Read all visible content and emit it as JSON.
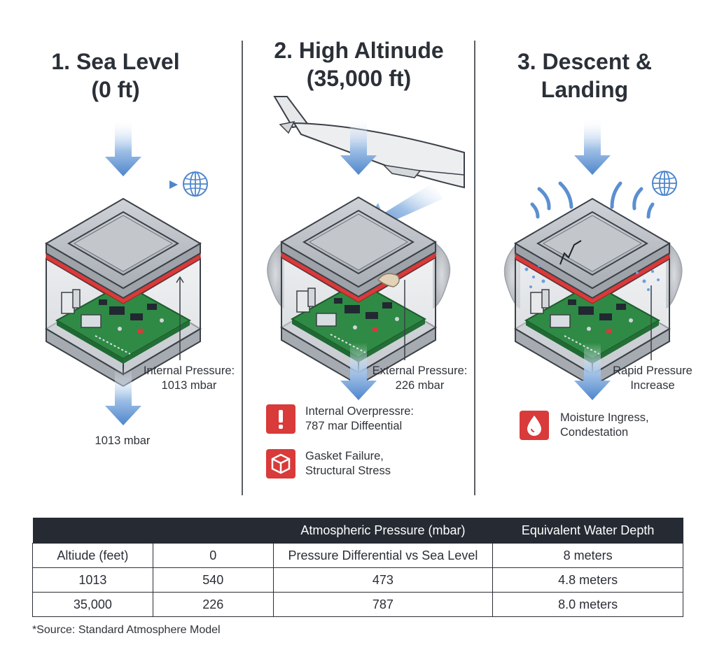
{
  "panels": [
    {
      "title_line1": "1. Sea Level",
      "title_line2": "(0 ft)",
      "callout_line1": "Internal Pressure:",
      "callout_line2": "1013 mbar",
      "bottom_value": "1013 mbar"
    },
    {
      "title_line1": "2. High Altinude",
      "title_line2": "(35,000 ft)",
      "callout_line1": "External Pressure:",
      "callout_line2": "226 mbar",
      "alerts": [
        {
          "line1": "Internal Overpressre:",
          "line2": "787 mar Diffeential",
          "icon": "exclamation-icon"
        },
        {
          "line1": "Gasket Failure,",
          "line2": "Structural Stress",
          "icon": "box-icon"
        }
      ]
    },
    {
      "title_line1": "3. Descent &",
      "title_line2": "Landing",
      "callout_line1": "Rapid Pressure",
      "callout_line2": "Increase",
      "alerts": [
        {
          "line1": "Moisture Ingress,",
          "line2": "Condestation",
          "icon": "water-drop-icon"
        }
      ]
    }
  ],
  "table": {
    "headers": [
      "",
      "",
      "Atmospheric Pressure (mbar)",
      "Equivalent Water Depth"
    ],
    "rows": [
      [
        "Altiude (feet)",
        "0",
        "Pressure Differential vs Sea Level",
        "8 meters"
      ],
      [
        "1013",
        "540",
        "473",
        "4.8 meters"
      ],
      [
        "35,000",
        "226",
        "787",
        "8.0 meters"
      ]
    ]
  },
  "footnote": "*Source: Standard Atmosphere Model",
  "colors": {
    "accent_red": "#d93a3a",
    "arrow_blue": "#5b8fd0",
    "header_dark": "#252a33",
    "pcb_green": "#2f8a45"
  }
}
